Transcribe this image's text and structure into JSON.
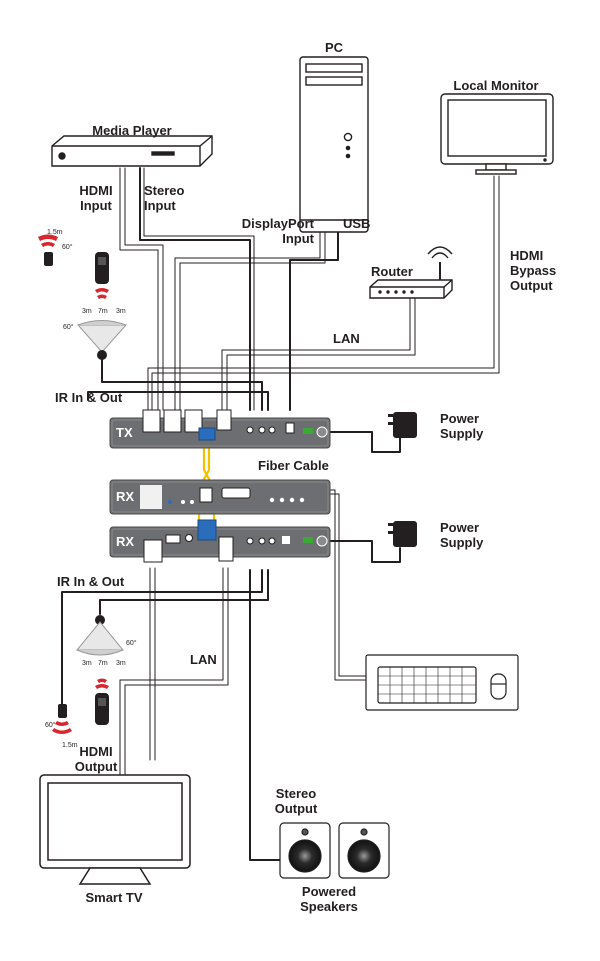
{
  "devices": {
    "pc": "PC",
    "media_player": "Media Player",
    "local_monitor": "Local Monitor",
    "router": "Router",
    "smart_tv": "Smart TV",
    "powered_speakers": [
      "Powered",
      "Speakers"
    ]
  },
  "units": {
    "tx": "TX",
    "rx_top": "RX",
    "rx_bottom": "RX"
  },
  "connections": {
    "hdmi_input": [
      "HDMI",
      "Input"
    ],
    "stereo_input": [
      "Stereo",
      "Input"
    ],
    "displayport_input": [
      "DisplayPort",
      "Input"
    ],
    "usb": "USB",
    "hdmi_bypass_output": [
      "HDMI",
      "Bypass",
      "Output"
    ],
    "lan_top": "LAN",
    "lan_bottom": "LAN",
    "ir_top": "IR In & Out",
    "ir_bottom": "IR In & Out",
    "fiber_cable": "Fiber Cable",
    "power_supply_1": [
      "Power",
      "Supply"
    ],
    "power_supply_2": [
      "Power",
      "Supply"
    ],
    "hdmi_output": [
      "HDMI",
      "Output"
    ],
    "stereo_output": [
      "Stereo",
      "Output"
    ]
  },
  "ir_specs": {
    "ir_top": {
      "distance": "1.5m",
      "angle": "60°",
      "range_left": "3m",
      "range_mid": "7m",
      "range_right": "3m",
      "angle2": "60°"
    },
    "ir_bottom": {
      "distance": "1.5m",
      "angle": "60°",
      "range_left": "3m",
      "range_mid": "7m",
      "range_right": "3m",
      "angle2": "60°"
    }
  },
  "colors": {
    "unit_fill": "#6d6e71",
    "cable": "#231f20",
    "fiber": "#f2c200",
    "fiber_conn": "#2a6ebb",
    "ir_red": "#d7282f"
  }
}
